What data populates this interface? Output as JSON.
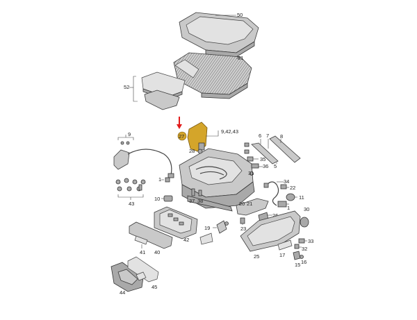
{
  "diagram": {
    "labels": {
      "p50": "50",
      "p51": "51",
      "p52": "52",
      "p27": "27",
      "p9_42_43": "9,42,43",
      "p6": "6",
      "p7": "7",
      "p8": "8",
      "p9": "9",
      "p28": "28",
      "p5": "5",
      "p35": "35",
      "p36": "36",
      "p31": "31",
      "p34": "34",
      "p22": "22",
      "p11": "11",
      "p1": "1",
      "p43": "43",
      "p10": "10",
      "p37": "37",
      "p38": "38",
      "p20": "20",
      "p21": "21",
      "p19": "19",
      "p23": "23",
      "p30": "30",
      "p26": "26",
      "p42": "42",
      "p41": "41",
      "p40": "40",
      "p33": "33",
      "p32": "32",
      "p25": "25",
      "p17": "17",
      "p15": "15",
      "p16": "16",
      "p44": "44",
      "p45": "45"
    },
    "highlight_color": "#d4a52a",
    "arrow_color": "#e21b1b"
  }
}
